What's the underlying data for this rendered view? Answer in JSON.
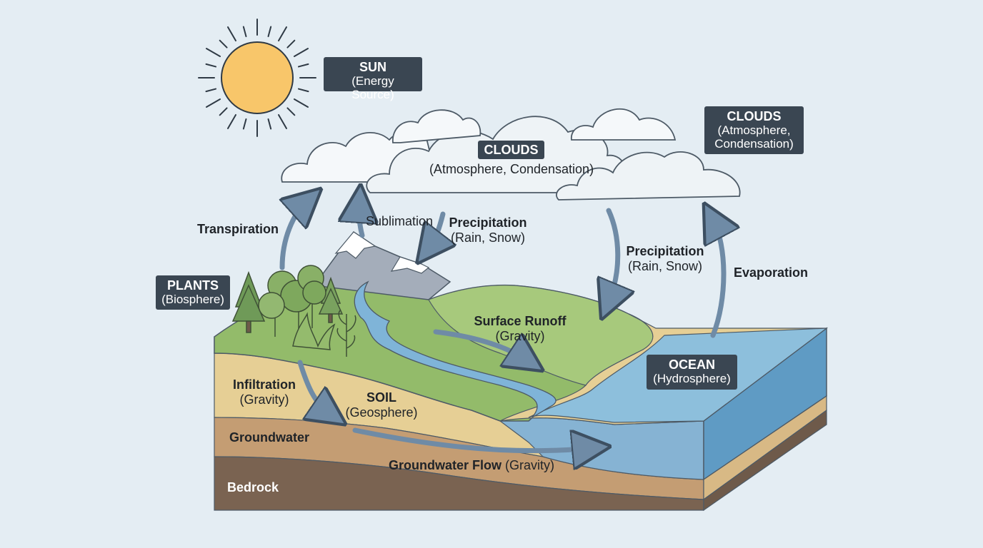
{
  "tags": {
    "sun": {
      "title": "SUN",
      "subtitle": "(Energy Source)"
    },
    "clouds_center": {
      "title": "CLOUDS",
      "subtitle": "(Atmosphere, Condensation)"
    },
    "clouds_right": {
      "title": "CLOUDS",
      "line1": "(Atmosphere,",
      "line2": "Condensation)"
    },
    "plants": {
      "title": "PLANTS",
      "subtitle": "(Biosphere)"
    },
    "ocean": {
      "title": "OCEAN",
      "subtitle": "(Hydrosphere)"
    }
  },
  "labels": {
    "transpiration": "Transpiration",
    "sublimation": "Sublimation",
    "precipitation_mountain": {
      "title": "Precipitation",
      "subtitle": "(Rain, Snow)"
    },
    "precipitation_ocean": {
      "title": "Precipitation",
      "subtitle": "(Rain, Snow)"
    },
    "evaporation": "Evaporation",
    "surface_runoff": {
      "title": "Surface Runoff",
      "subtitle": "(Gravity)"
    },
    "infiltration": {
      "title": "Infiltration",
      "subtitle": "(Gravity)"
    },
    "soil": {
      "title": "SOIL",
      "subtitle": "(Geosphere)"
    },
    "groundwater": "Groundwater",
    "groundwater_flow": {
      "title": "Groundwater Flow",
      "subtitle": "(Gravity)"
    },
    "bedrock": "Bedrock"
  },
  "colors": {
    "background": "#e4edf3",
    "tag_background": "#3a4652",
    "arrow": "#6f8ba6",
    "sun": "#f8c66a",
    "grass": "#93bb6a",
    "ocean": "#5f9bc4",
    "sand": "#e6cf95",
    "bedrock": "#7a6351"
  },
  "icons": [
    "sun-icon",
    "cloud-icon",
    "trees-icon"
  ]
}
